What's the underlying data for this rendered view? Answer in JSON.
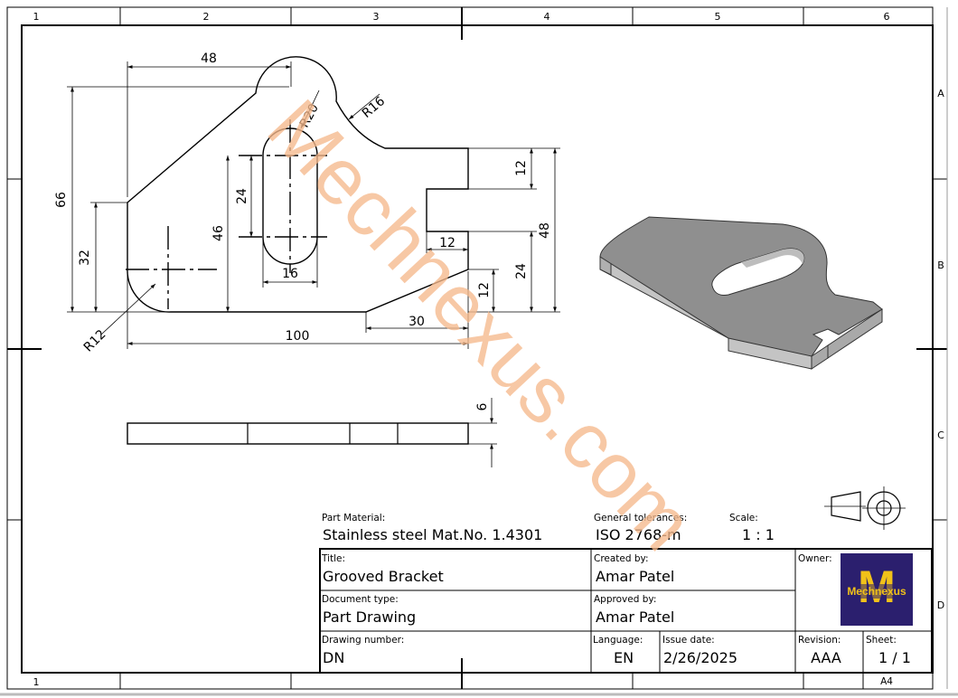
{
  "grid": {
    "columns": [
      "1",
      "2",
      "3",
      "4",
      "5",
      "6"
    ],
    "rows": [
      "A",
      "B",
      "C",
      "D"
    ]
  },
  "dimensions": {
    "d48_top": "48",
    "d66": "66",
    "d32": "32",
    "r20": "R20",
    "r16": "R16",
    "d24_slot": "24",
    "d46": "46",
    "d16": "16",
    "r12": "R12",
    "d100": "100",
    "d30": "30",
    "d12_top": "12",
    "d12_notch": "12",
    "d12_bottom": "12",
    "d24_right": "24",
    "d48_right": "48",
    "d6": "6"
  },
  "watermark": {
    "text": "Mechnexus.com"
  },
  "title_block": {
    "material_label": "Part Material:",
    "material_value": "Stainless steel Mat.No. 1.4301",
    "tolerances_label": "General tolerances:",
    "tolerances_value": "ISO 2768-m",
    "scale_label": "Scale:",
    "scale_value": "1 : 1",
    "title_label": "Title:",
    "title_value": "Grooved Bracket",
    "created_label": "Created by:",
    "created_value": "Amar Patel",
    "owner_label": "Owner:",
    "doctype_label": "Document type:",
    "doctype_value": "Part Drawing",
    "approved_label": "Approved by:",
    "approved_value": "Amar Patel",
    "drawing_number_label": "Drawing number:",
    "drawing_number_value": "DN",
    "language_label": "Language:",
    "language_value": "EN",
    "issue_label": "Issue date:",
    "issue_value": "2/26/2025",
    "revision_label": "Revision:",
    "revision_value": "AAA",
    "sheet_label": "Sheet:",
    "sheet_value": "1 / 1",
    "paper_size": "A4"
  },
  "logo": {
    "letter": "M",
    "text": "Mechnexus",
    "bg_color": "#2b1f6e",
    "fg_color": "#f2c219"
  },
  "colors": {
    "watermark": "#f6b98c",
    "iso_face": "#8f8f8f",
    "iso_side": "#c4c4c4"
  }
}
